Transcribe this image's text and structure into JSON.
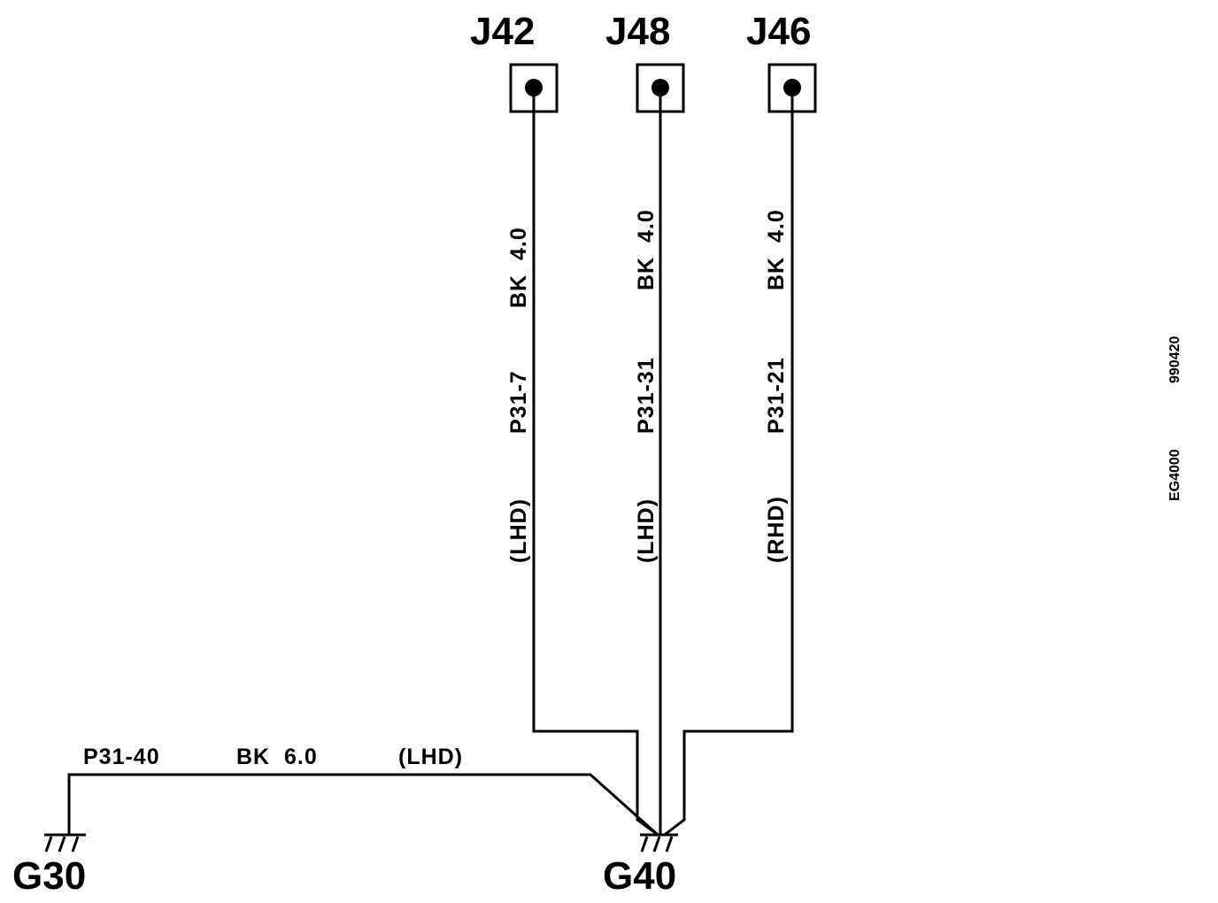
{
  "connectors": [
    {
      "id": "J42",
      "wire_label": "P31-7",
      "wire_color_size": "BK  4.0",
      "variant": "(LHD)"
    },
    {
      "id": "J48",
      "wire_label": "P31-31",
      "wire_color_size": "BK  4.0",
      "variant": "(LHD)"
    },
    {
      "id": "J46",
      "wire_label": "P31-21",
      "wire_color_size": "BK  4.0",
      "variant": "(RHD)"
    }
  ],
  "grounds": [
    {
      "id": "G30"
    },
    {
      "id": "G40"
    }
  ],
  "link_wire": {
    "label": "P31-40",
    "color_size": "BK  6.0",
    "variant": "(LHD)"
  },
  "drawing_code": "EG4000",
  "drawing_date": "990420",
  "colors": {
    "ink": "#000000",
    "paper": "#ffffff"
  }
}
